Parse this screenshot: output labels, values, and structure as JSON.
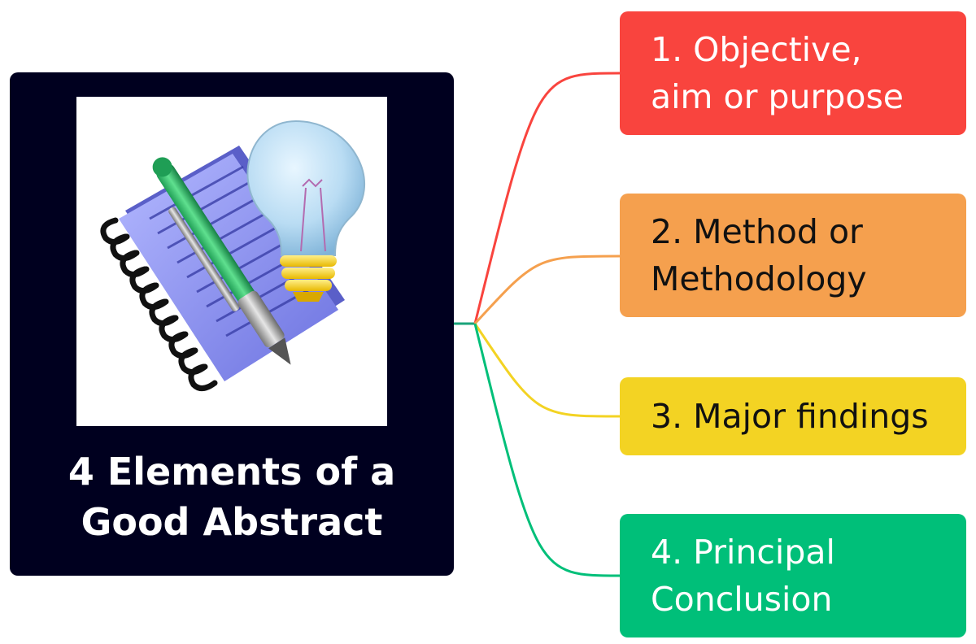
{
  "root": {
    "title": "4 Elements of a\nGood Abstract",
    "illustration_icon": "notebook-pen-lightbulb-icon"
  },
  "branches": [
    {
      "label": "1. Objective,\naim or purpose",
      "color": "#f9443e"
    },
    {
      "label": "2. Method or\nMethodology",
      "color": "#f5a04e"
    },
    {
      "label": "3. Major findings",
      "color": "#f3d323"
    },
    {
      "label": "4. Principal\nConclusion",
      "color": "#00bf79"
    }
  ],
  "colors": {
    "root_background": "#00001f",
    "root_text": "#ffffff",
    "stem": "#1aa37a"
  }
}
